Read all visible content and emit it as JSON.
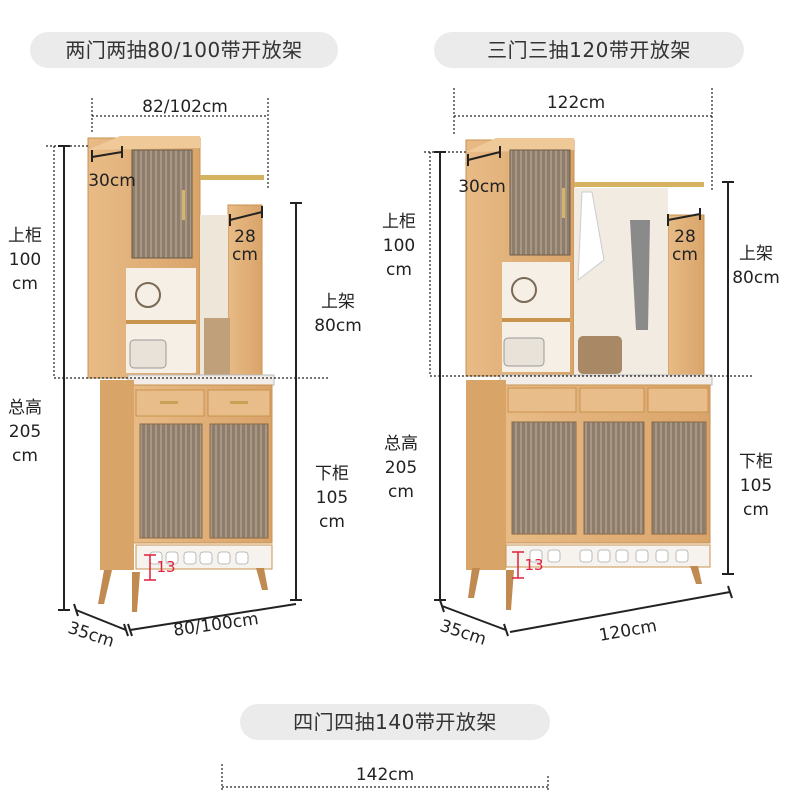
{
  "titles": {
    "two_door": "两门两抽80/100带开放架",
    "three_door": "三门三抽120带开放架",
    "four_door": "四门四抽140带开放架"
  },
  "left_dims": {
    "top_width": "82/102cm",
    "upper_depth": "30cm",
    "shelf_depth": "28",
    "shelf_depth_unit": "cm",
    "upper_cabinet": [
      "上柜",
      "100",
      "cm"
    ],
    "total_height": [
      "总高",
      "205",
      "cm"
    ],
    "upper_rack": [
      "上架",
      "80cm"
    ],
    "lower_cabinet": [
      "下柜",
      "105",
      "cm"
    ],
    "base_depth": "35cm",
    "base_width": "80/100cm",
    "gap": "13"
  },
  "right_dims": {
    "top_width": "122cm",
    "upper_depth": "30cm",
    "shelf_depth": "28",
    "shelf_depth_unit": "cm",
    "upper_cabinet": [
      "上柜",
      "100",
      "cm"
    ],
    "total_height": [
      "总高",
      "205",
      "cm"
    ],
    "upper_rack": [
      "上架",
      "80cm"
    ],
    "lower_cabinet": [
      "下柜",
      "105",
      "cm"
    ],
    "base_depth": "35cm",
    "base_width": "120cm",
    "gap": "13"
  },
  "bottom_dims": {
    "top_width": "142cm"
  },
  "colors": {
    "wood": "#e3b27a",
    "wood_dark": "#c98e52",
    "glass": "#8a7a68",
    "pill_bg": "#ebebeb",
    "gap_marker": "#e0203a",
    "dim_line": "#222222"
  }
}
